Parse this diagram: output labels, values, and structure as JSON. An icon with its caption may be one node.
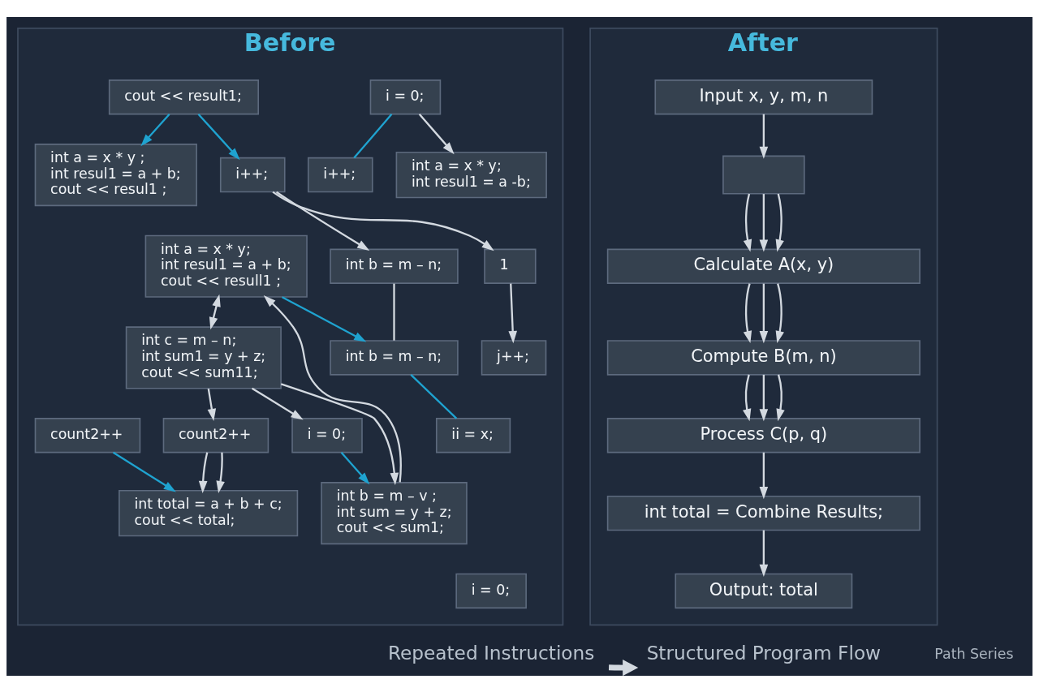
{
  "diagram": {
    "nodes": [
      {
        "text": [
          "Before"
        ]
      },
      {
        "text": [
          "int a = x * y;",
          "int resul1 = a -b;"
        ],
        "in": 0
      },
      {
        "text": [
          "i = 0;"
        ],
        "in": 0
      },
      {
        "text": [
          "i++;"
        ],
        "in": 0
      },
      {
        "text": [
          "i++;"
        ],
        "in": 0
      },
      {
        "text": [
          "int b = m – n;"
        ],
        "in": 0
      },
      {
        "text": [
          "cout << result1;"
        ],
        "in": 0
      },
      {
        "text": [
          "int a = x * y;",
          "int resul1 = a + b;",
          "cout << resull1 ;"
        ],
        "in": 0
      },
      {
        "text": [
          "int a = x * y ;",
          "int resul1 = a + b;",
          "cout << resul1 ;"
        ],
        "in": 0
      },
      {
        "text": [
          "1"
        ],
        "in": 0
      },
      {
        "text": [
          "j++;"
        ],
        "in": 0
      },
      {
        "text": [
          "int b = m – n;"
        ],
        "in": 0
      },
      {
        "text": [
          "ii = x;"
        ],
        "in": 0
      },
      {
        "text": [
          "int c = m – n;",
          "int sum1 = y + z;",
          "cout << sum11;"
        ],
        "in": 0
      },
      {
        "text": [
          "i = 0;"
        ],
        "in": 0
      },
      {
        "text": [
          "int b = m – v ;",
          "int sum = y + z;",
          "cout << sum1;"
        ],
        "in": 0
      },
      {
        "text": [
          "count2++"
        ],
        "in": 0
      },
      {
        "text": [
          "count2++"
        ],
        "in": 0
      },
      {
        "text": [
          "int total = a + b + c;",
          "cout << total;"
        ],
        "in": 0
      },
      {
        "text": [
          "i = 0;"
        ],
        "in": 0
      },
      {
        "text": [
          "After"
        ]
      },
      {
        "text": [
          "Input x, y, m, n"
        ],
        "in": 20
      },
      {
        "text": [],
        "shape": "box",
        "in": 20
      },
      {
        "text": [
          "Calculate A(x, y)"
        ],
        "in": 20
      },
      {
        "text": [
          "Compute B(m, n)"
        ],
        "in": 20
      },
      {
        "text": [
          "Process C(p, q)"
        ],
        "in": 20
      },
      {
        "text": [
          "int total = Combine Results;"
        ],
        "in": 20
      },
      {
        "text": [
          "Output: total"
        ],
        "in": 20
      },
      {
        "text": [
          "Repeated Instructions"
        ]
      },
      {
        "text": [
          "Structured Program Flow"
        ]
      }
    ],
    "edges": [
      {
        "from": 2,
        "to": 1,
        "arrow": "to"
      },
      {
        "from": 2,
        "to": 3,
        "arrow": "none",
        "color": "#1fa3d0"
      },
      {
        "from": 4,
        "to": 5,
        "arrow": "to"
      },
      {
        "from": 4,
        "to": 9,
        "arrow": "to"
      },
      {
        "from": 6,
        "to": 4,
        "arrow": "to",
        "color": "#1fa3d0"
      },
      {
        "from": 6,
        "to": 8,
        "arrow": "to",
        "color": "#1fa3d0"
      },
      {
        "from": 5,
        "to": 11,
        "arrow": "none"
      },
      {
        "from": 9,
        "to": 10,
        "arrow": "to"
      },
      {
        "from": 7,
        "to": 13,
        "arrow": "both"
      },
      {
        "from": 15,
        "to": 7,
        "arrow": "to"
      },
      {
        "from": 7,
        "to": 11,
        "arrow": "to",
        "color": "#1fa3d0"
      },
      {
        "from": 11,
        "to": 12,
        "arrow": "none",
        "color": "#1fa3d0"
      },
      {
        "from": 13,
        "to": 15,
        "arrow": "to"
      },
      {
        "from": 14,
        "to": 15,
        "arrow": "to",
        "color": "#1fa3d0"
      },
      {
        "from": 13,
        "to": 14,
        "arrow": "to"
      },
      {
        "from": 13,
        "to": 17,
        "arrow": "to"
      },
      {
        "from": 17,
        "to": 18,
        "arrow": "to"
      },
      {
        "from": 17,
        "to": 18,
        "arrow": "to"
      },
      {
        "from": 16,
        "to": 18,
        "arrow": "to",
        "color": "#1fa3d0"
      },
      {
        "from": 21,
        "to": 22,
        "arrow": "to"
      },
      {
        "from": 22,
        "to": 23,
        "arrow": "to"
      },
      {
        "from": 22,
        "to": 23,
        "arrow": "to"
      },
      {
        "from": 22,
        "to": 23,
        "arrow": "to"
      },
      {
        "from": 23,
        "to": 24,
        "arrow": "to"
      },
      {
        "from": 23,
        "to": 24,
        "arrow": "to"
      },
      {
        "from": 23,
        "to": 24,
        "arrow": "to"
      },
      {
        "from": 24,
        "to": 25,
        "arrow": "to"
      },
      {
        "from": 24,
        "to": 25,
        "arrow": "to"
      },
      {
        "from": 24,
        "to": 25,
        "arrow": "to"
      },
      {
        "from": 25,
        "to": 26,
        "arrow": "to"
      },
      {
        "from": 26,
        "to": 27,
        "arrow": "to"
      },
      {
        "from": 28,
        "to": 29,
        "arrow": "to",
        "style": "thick"
      }
    ],
    "labels": [
      "Path Series"
    ]
  }
}
